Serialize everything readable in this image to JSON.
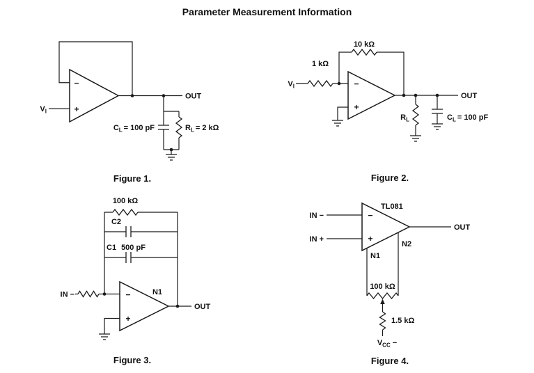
{
  "title": "Parameter Measurement Information",
  "figures": {
    "fig1": {
      "caption": "Figure 1.",
      "opamp": {
        "minus": "−",
        "plus": "+"
      },
      "labels": {
        "vi_main": "V",
        "vi_sub": "I",
        "out": "OUT",
        "cl_main": "C",
        "cl_sub": "L",
        "cl_val": "= 100 pF",
        "rl_main": "R",
        "rl_sub": "L",
        "rl_val": "= 2 kΩ"
      }
    },
    "fig2": {
      "caption": "Figure 2.",
      "opamp": {
        "minus": "−",
        "plus": "+"
      },
      "labels": {
        "rfb": "10 kΩ",
        "rin": "1 kΩ",
        "vi_main": "V",
        "vi_sub": "I",
        "out": "OUT",
        "rl_main": "R",
        "rl_sub": "L",
        "cl_main": "C",
        "cl_sub": "L",
        "cl_val": "= 100 pF"
      }
    },
    "fig3": {
      "caption": "Figure 3.",
      "opamp": {
        "minus": "−",
        "plus": "+"
      },
      "labels": {
        "rfb": "100 kΩ",
        "c2": "C2",
        "c1": "C1",
        "c1_val": "500 pF",
        "in": "IN −",
        "n1": "N1",
        "out": "OUT"
      }
    },
    "fig4": {
      "caption": "Figure 4.",
      "opamp": {
        "minus": "−",
        "plus": "+"
      },
      "labels": {
        "device": "TL081",
        "in_minus": "IN −",
        "in_plus": "IN +",
        "out": "OUT",
        "n1": "N1",
        "n2": "N2",
        "pot": "100 kΩ",
        "r": "1.5 kΩ",
        "vcc_main": "V",
        "vcc_sub": "CC",
        "vcc_sign": "−"
      }
    }
  }
}
